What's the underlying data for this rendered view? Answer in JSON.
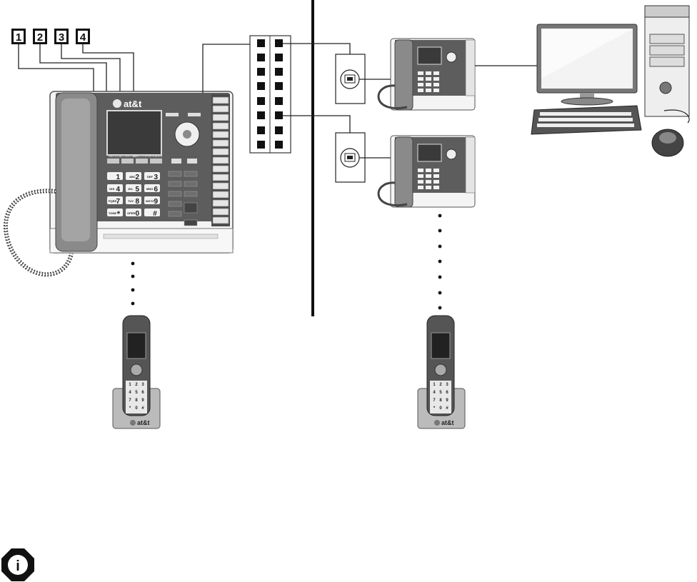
{
  "line_jacks": [
    "1",
    "2",
    "3",
    "4"
  ],
  "brand": {
    "logo_text": "at&t"
  },
  "deskset": {
    "softkeys": [
      "MUTE",
      "CALL HISTORY",
      "DIRECTORY",
      "SPEAKER"
    ],
    "keypad": [
      {
        "digit": "1",
        "letters": ""
      },
      {
        "digit": "2",
        "letters": "ABC"
      },
      {
        "digit": "3",
        "letters": "DEF"
      },
      {
        "digit": "4",
        "letters": "GHI"
      },
      {
        "digit": "5",
        "letters": "JKL"
      },
      {
        "digit": "6",
        "letters": "MNO"
      },
      {
        "digit": "7",
        "letters": "PQRS"
      },
      {
        "digit": "8",
        "letters": "TUV"
      },
      {
        "digit": "9",
        "letters": "WXYZ"
      },
      {
        "digit": "*",
        "letters": "TONE"
      },
      {
        "digit": "0",
        "letters": "OPER"
      },
      {
        "digit": "#",
        "letters": ""
      }
    ]
  },
  "handset_keys": [
    "1",
    "2",
    "3",
    "4",
    "5",
    "6",
    "7",
    "8",
    "9",
    "*",
    "0",
    "#"
  ],
  "info_icon_glyph": "i"
}
